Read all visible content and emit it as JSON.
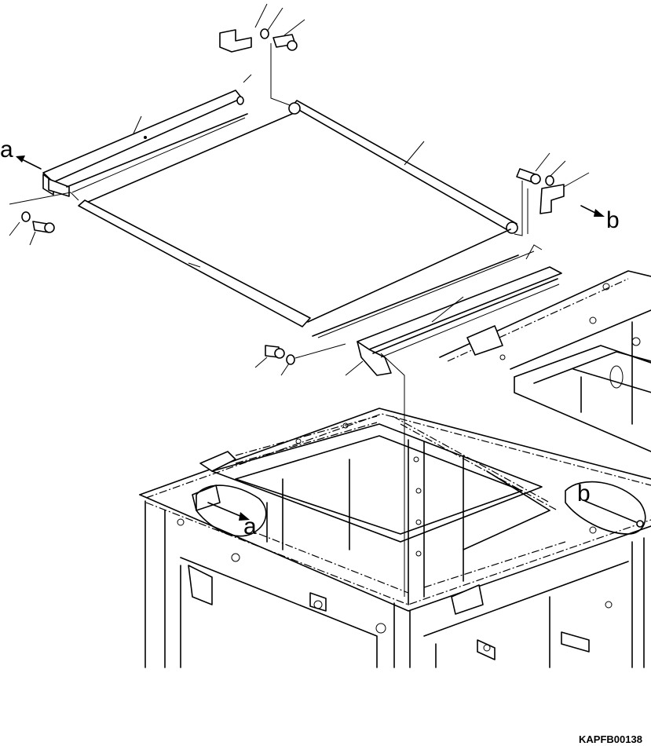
{
  "callouts": {
    "a_top": "a",
    "b_top": "b",
    "a_bottom": "a",
    "b_bottom": "b"
  },
  "figure_code": "KAPFB00138"
}
